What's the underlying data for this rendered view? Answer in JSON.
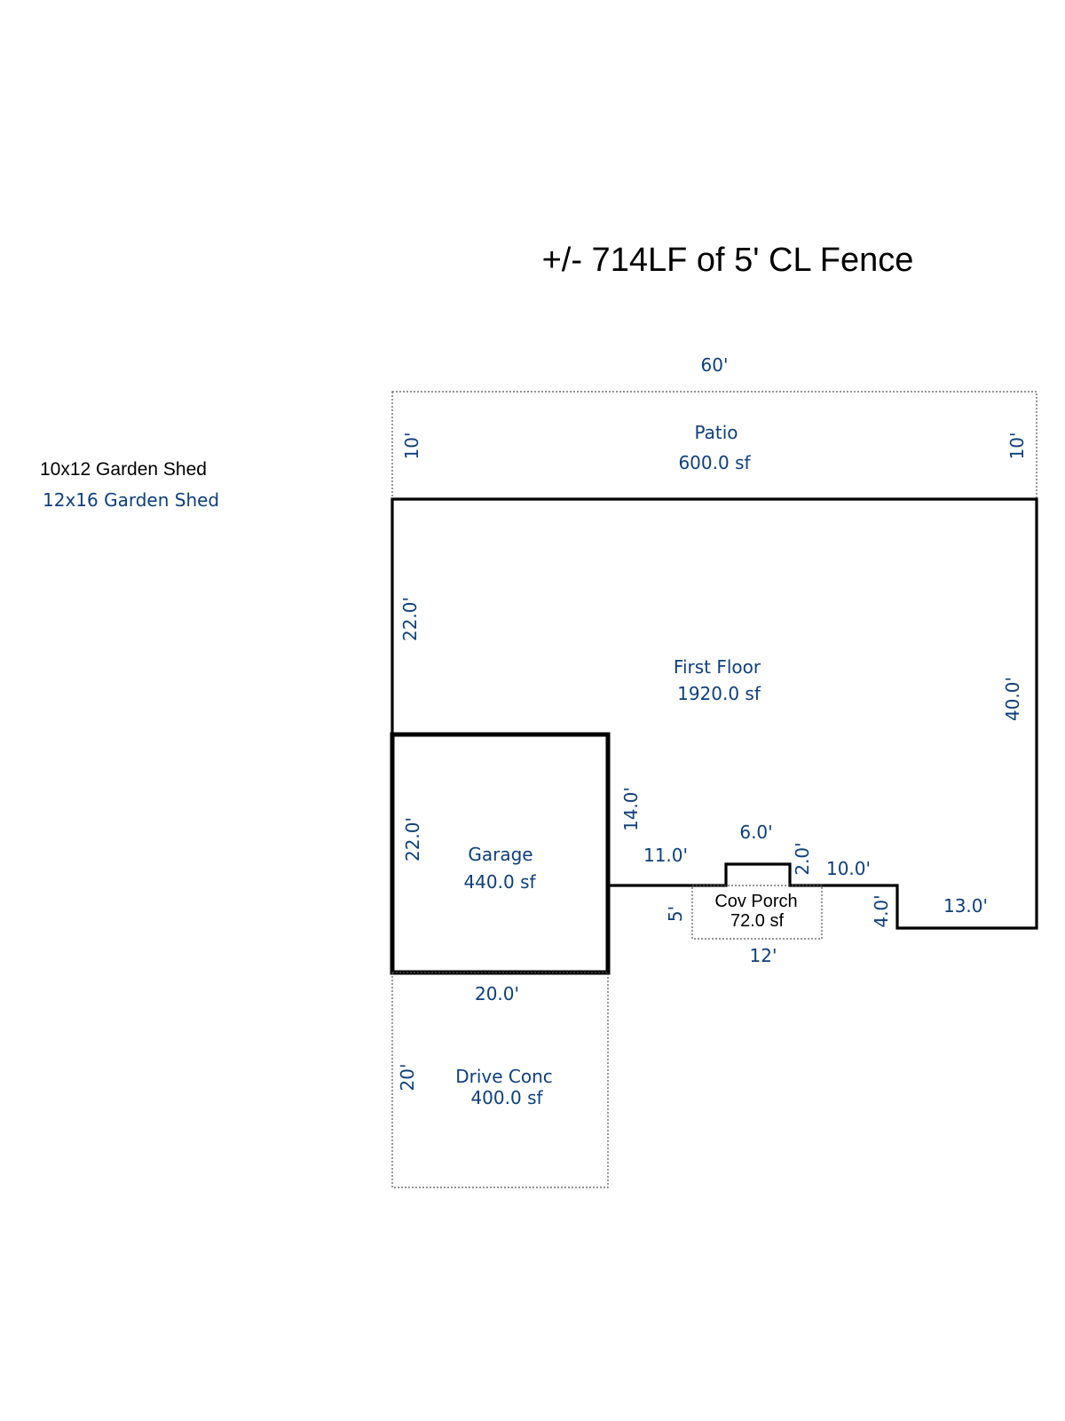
{
  "title": "+/- 714LF of 5' CL Fence",
  "legend": {
    "shed_black": "10x12 Garden Shed",
    "shed_blue": "12x16 Garden Shed"
  },
  "areas": {
    "patio": {
      "name": "Patio",
      "area": "600.0 sf"
    },
    "first_floor": {
      "name": "First Floor",
      "area": "1920.0 sf"
    },
    "garage": {
      "name": "Garage",
      "area": "440.0 sf"
    },
    "porch": {
      "name": "Cov Porch",
      "area": "72.0 sf"
    },
    "drive": {
      "name": "Drive Conc",
      "area": "400.0 sf"
    }
  },
  "dimensions": {
    "patio_width": "60'",
    "patio_left_depth": "10'",
    "patio_right_depth": "10'",
    "floor_left_upper": "22.0'",
    "floor_right": "40.0'",
    "garage_left": "22.0'",
    "garage_right": "14.0'",
    "garage_bottom": "20.0'",
    "front_left_run": "11.0'",
    "bump_top": "6.0'",
    "bump_side": "2.0'",
    "front_mid_run": "10.0'",
    "step_side": "4.0'",
    "front_right_run": "13.0'",
    "porch_depth": "5'",
    "porch_width": "12'",
    "drive_depth": "20'"
  },
  "colors": {
    "label_blue": "#0e3f7a",
    "wall": "#000000",
    "dotted_outline": "#555555"
  }
}
